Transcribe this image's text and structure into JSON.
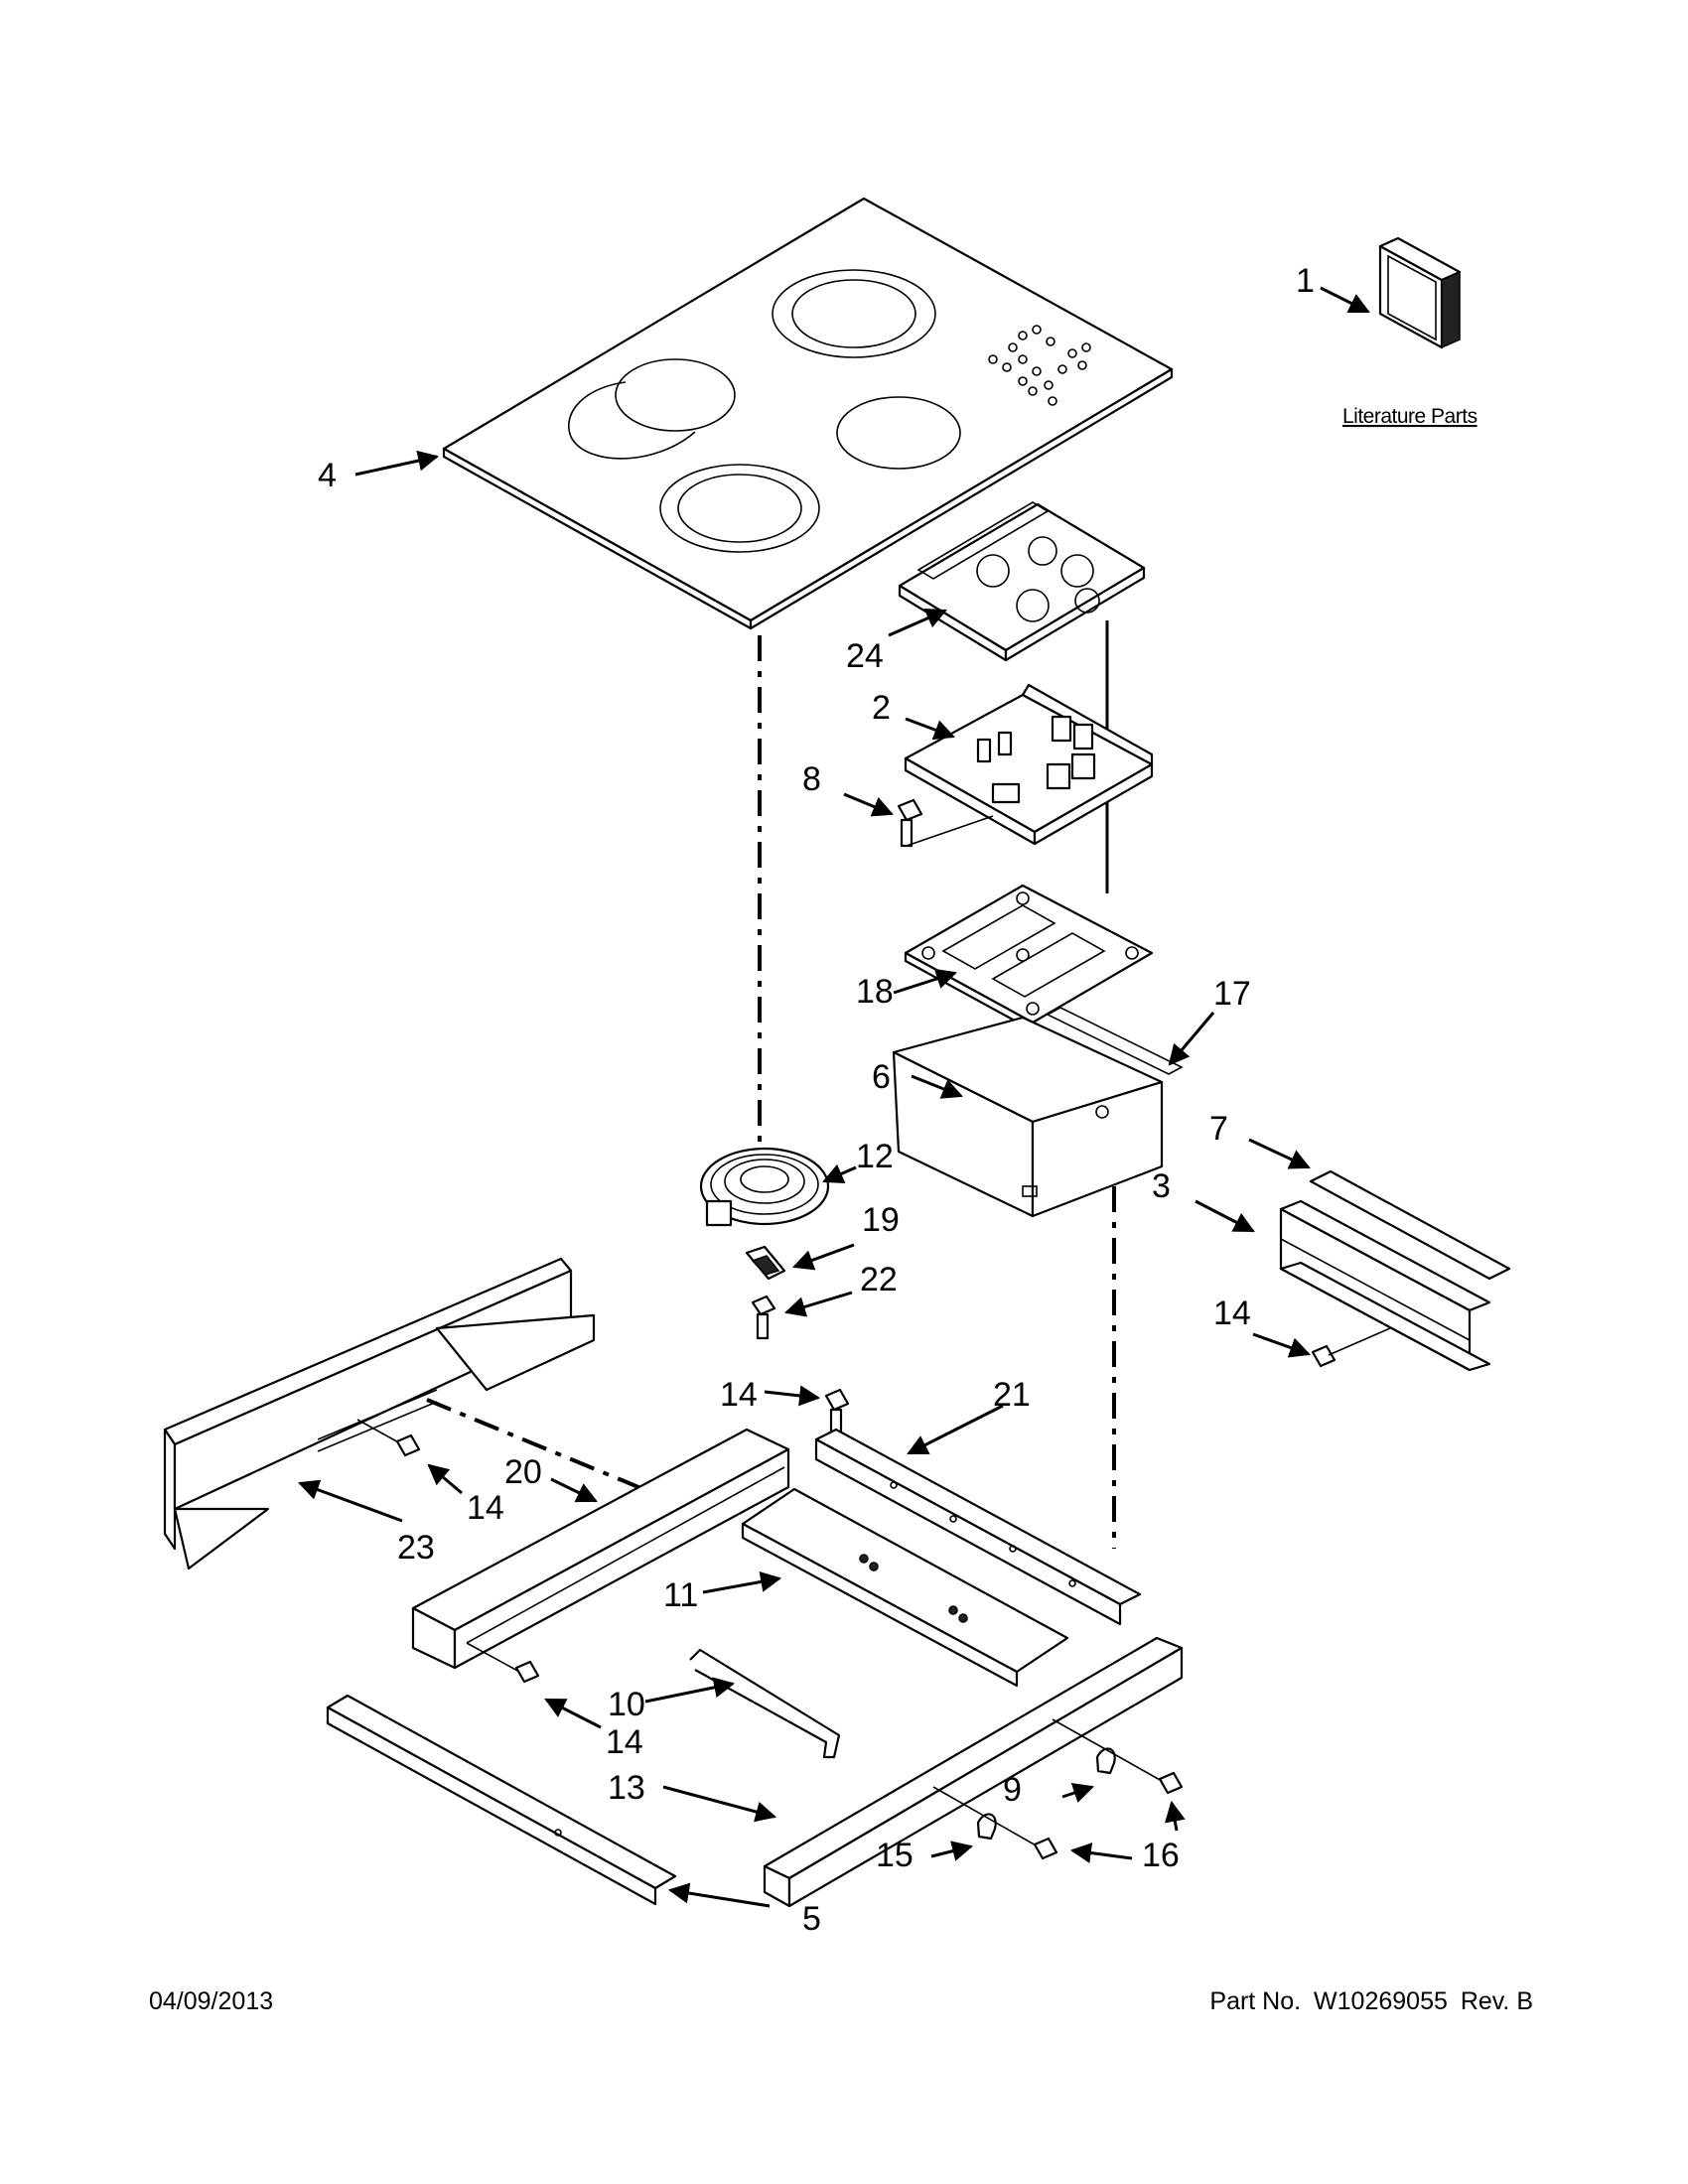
{
  "literature_label": "Literature Parts",
  "callouts": [
    "1",
    "2",
    "3",
    "4",
    "5",
    "6",
    "7",
    "8",
    "9",
    "10",
    "11",
    "12",
    "13",
    "14",
    "15",
    "16",
    "17",
    "18",
    "19",
    "20",
    "21",
    "22",
    "23",
    "24"
  ],
  "footer": {
    "date": "04/09/2013",
    "part_prefix": "Part No.",
    "part_number": "W10269055",
    "revision": "Rev. B"
  }
}
